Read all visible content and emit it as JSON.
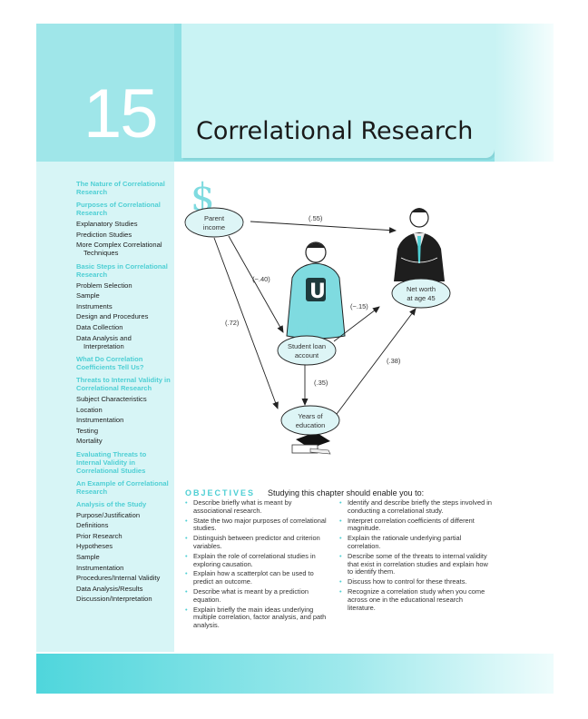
{
  "header": {
    "chapter_number": "15",
    "chapter_title": "Correlational Research"
  },
  "toc": [
    {
      "kind": "h",
      "text": "The Nature of Correlational Research"
    },
    {
      "kind": "h",
      "text": "Purposes of Correlational Research"
    },
    {
      "kind": "i",
      "text": "Explanatory Studies"
    },
    {
      "kind": "i",
      "text": "Prediction Studies"
    },
    {
      "kind": "i",
      "text": "More Complex Correlational Techniques"
    },
    {
      "kind": "h",
      "text": "Basic Steps in Correlational Research"
    },
    {
      "kind": "i",
      "text": "Problem Selection"
    },
    {
      "kind": "i",
      "text": "Sample"
    },
    {
      "kind": "i",
      "text": "Instruments"
    },
    {
      "kind": "i",
      "text": "Design and Procedures"
    },
    {
      "kind": "i",
      "text": "Data Collection"
    },
    {
      "kind": "i",
      "text": "Data Analysis and Interpretation"
    },
    {
      "kind": "h",
      "text": "What Do Correlation Coefficients Tell Us?"
    },
    {
      "kind": "h",
      "text": "Threats to Internal Validity in Correlational Research"
    },
    {
      "kind": "i",
      "text": "Subject Characteristics"
    },
    {
      "kind": "i",
      "text": "Location"
    },
    {
      "kind": "i",
      "text": "Instrumentation"
    },
    {
      "kind": "i",
      "text": "Testing"
    },
    {
      "kind": "i",
      "text": "Mortality"
    },
    {
      "kind": "h",
      "text": "Evaluating Threats to Internal Validity in Correlational Studies"
    },
    {
      "kind": "h",
      "text": "An Example of Correlational Research"
    },
    {
      "kind": "h",
      "text": "Analysis of the Study"
    },
    {
      "kind": "i",
      "text": "Purpose/Justification"
    },
    {
      "kind": "i",
      "text": "Definitions"
    },
    {
      "kind": "i",
      "text": "Prior Research"
    },
    {
      "kind": "i",
      "text": "Hypotheses"
    },
    {
      "kind": "i",
      "text": "Sample"
    },
    {
      "kind": "i",
      "text": "Instrumentation"
    },
    {
      "kind": "i",
      "text": "Procedures/Internal Validity"
    },
    {
      "kind": "i",
      "text": "Data Analysis/Results"
    },
    {
      "kind": "i",
      "text": "Discussion/Interpretation"
    }
  ],
  "diagram": {
    "nodes": {
      "parent_income": [
        "Parent",
        "income"
      ],
      "student_loan": [
        "Student loan",
        "account"
      ],
      "years_education": [
        "Years of",
        "education"
      ],
      "net_worth": [
        "Net worth",
        "at age 45"
      ]
    },
    "coefficients": {
      "parent_to_networth": "(.55)",
      "parent_to_loan": "(−.40)",
      "parent_to_education": "(.72)",
      "loan_to_networth": "(−.15)",
      "loan_to_education": "(.35)",
      "education_to_networth": "(.38)"
    },
    "symbols": {
      "dollar": "$",
      "shirt_letter": "U"
    }
  },
  "objectives": {
    "label": "OBJECTIVES",
    "intro": "Studying this chapter should enable you to:",
    "left": [
      "Describe briefly what is meant by associational research.",
      "State the two major purposes of correlational studies.",
      "Distinguish between predictor and criterion variables.",
      "Explain the role of correlational studies in exploring causation.",
      "Explain how a scatterplot can be used to predict an outcome.",
      "Describe what is meant by a prediction equation.",
      "Explain briefly the main ideas underlying multiple correlation, factor analysis, and path analysis."
    ],
    "right": [
      "Identify and describe briefly the steps involved in conducting a correlational study.",
      "Interpret correlation coefficients of different magnitude.",
      "Explain the rationale underlying partial correlation.",
      "Describe some of the threats to internal validity that exist in correlation studies and explain how to identify them.",
      "Discuss how to control for these threats.",
      "Recognize a correlation study when you come across one in the educational research literature."
    ]
  },
  "colors": {
    "accent": "#4ecfd4",
    "header": "#8fe0e4",
    "title_bg": "#c9f3f4",
    "sidebar": "#d7f5f6"
  }
}
